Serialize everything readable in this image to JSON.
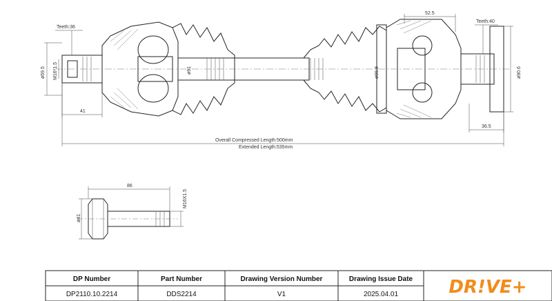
{
  "dimensions": {
    "teeth_left": "Teeth:36",
    "teeth_right": "Teeth:40",
    "dia_left": "ø59.5",
    "thread_left": "M16*1.5",
    "dia_91": "ø91",
    "dia_99_8": "ø99.8",
    "dia_90_6": "ø90.6",
    "len_41": "41",
    "len_52_5": "52.5",
    "len_36_5": "36.5",
    "overall_compressed": "Overall Compressed Length:500mm",
    "extended": "Extended Length:535mm",
    "bolt_len": "86",
    "bolt_thread": "M16X1.5",
    "bolt_dia": "ø41"
  },
  "title_block": {
    "headers": [
      "DP Number",
      "Part Number",
      "Drawing Version Number",
      "Drawing Issue Date"
    ],
    "values": [
      "DP2110.10.2214",
      "DDS2214",
      "V1",
      "2025.04.01"
    ],
    "logo": "DR!VE+"
  },
  "colors": {
    "line": "#222222",
    "logo": "#f28c1c"
  }
}
